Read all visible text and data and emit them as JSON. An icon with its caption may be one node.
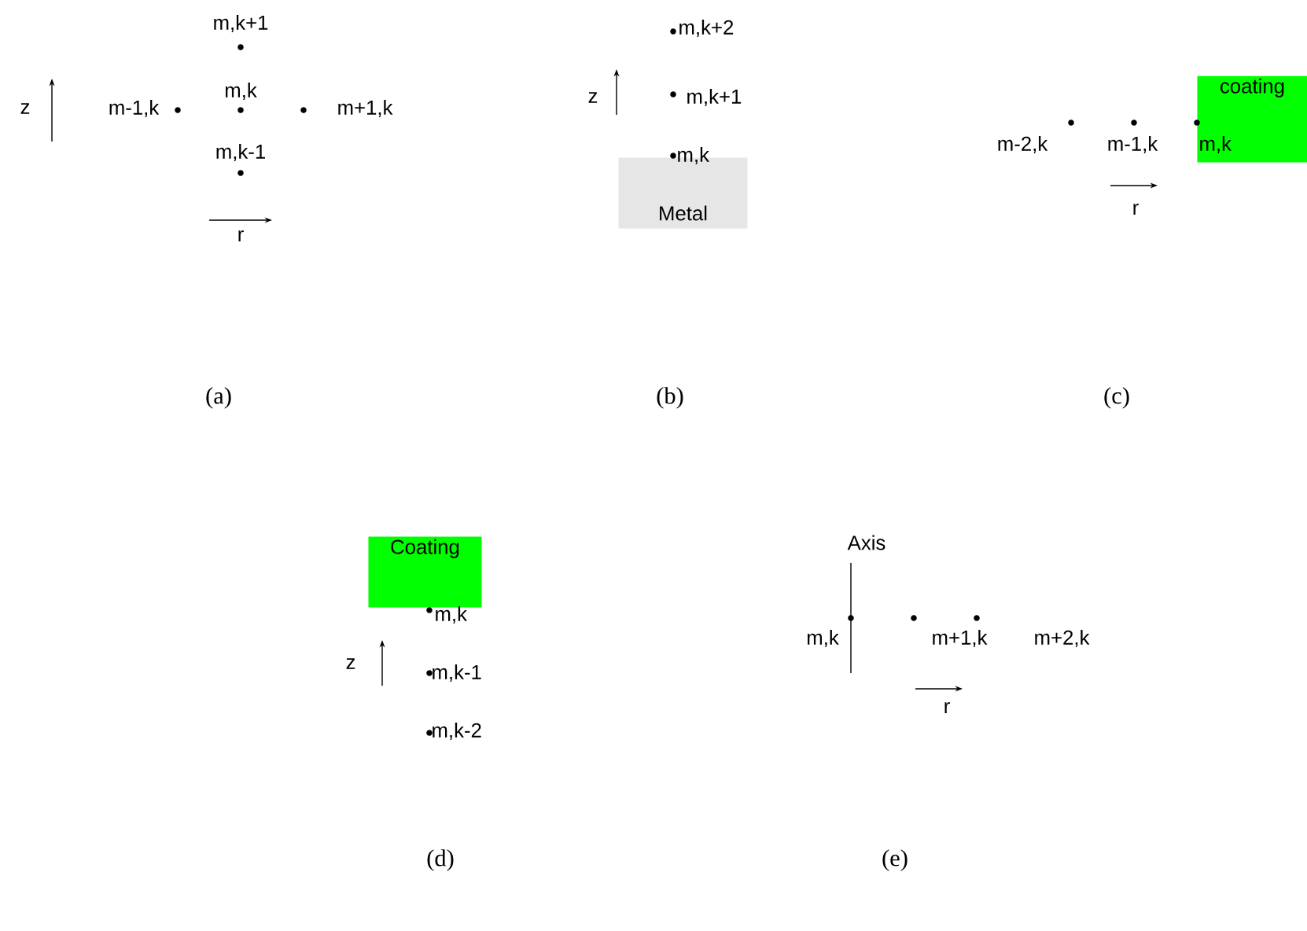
{
  "diagram": {
    "nodes": [
      {
        "text": [
          "Metal"
        ]
      },
      {
        "text": [
          "coating"
        ]
      },
      {
        "text": [
          "Coating"
        ]
      }
    ],
    "labels": [
      "m,k+1",
      "m,k",
      "z",
      "m-1,k",
      "m+1,k",
      "m,k-1",
      "r",
      "m,k+2",
      "z",
      "m,k+1",
      "m,k",
      "m-2,k",
      "m-1,k",
      "m,k",
      "r",
      "(a)",
      "(b)",
      "(c)",
      "m,k",
      "z",
      "m,k-1",
      "m,k-2",
      "Axis",
      "m,k",
      "m+1,k",
      "m+2,k",
      "r",
      "(d)",
      "(e)"
    ]
  }
}
